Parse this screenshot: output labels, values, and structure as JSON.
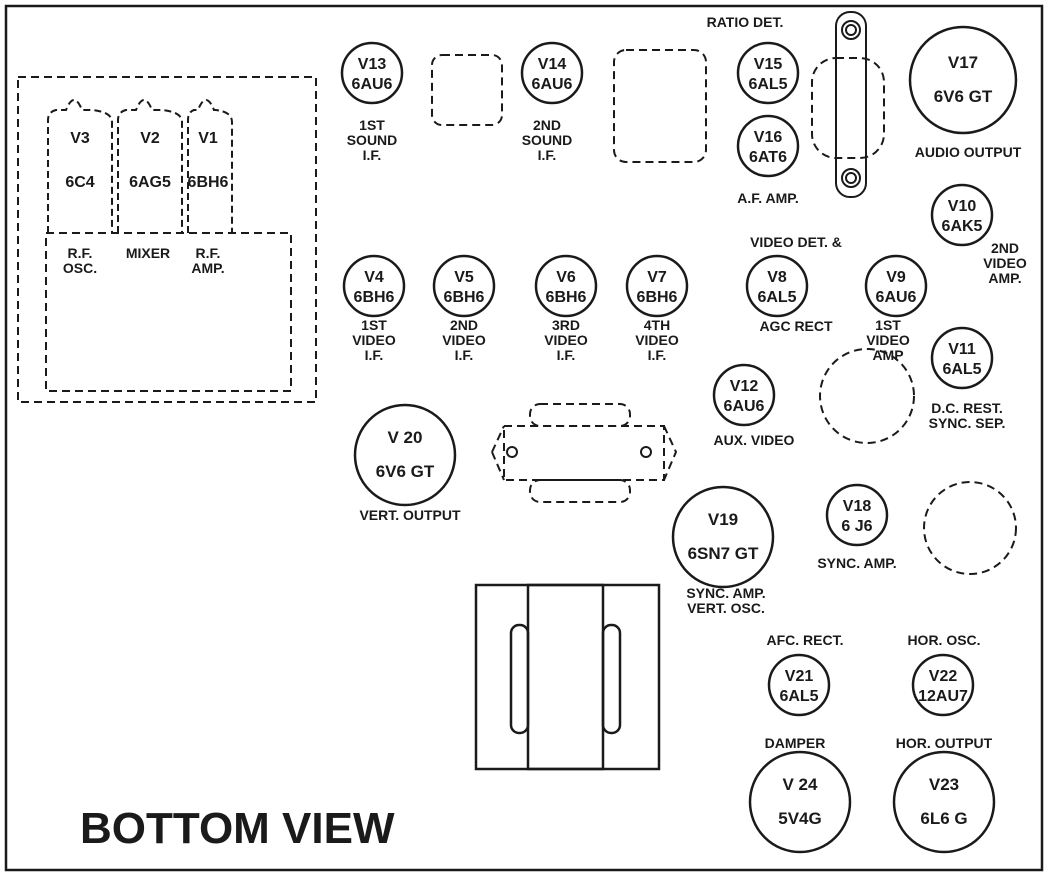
{
  "title": "BOTTOM VIEW",
  "tubes": [
    {
      "id": "V13",
      "type": "6AU6",
      "label": [
        "1ST",
        "SOUND",
        "I.F."
      ]
    },
    {
      "id": "V14",
      "type": "6AU6",
      "label": [
        "2ND",
        "SOUND",
        "I.F."
      ]
    },
    {
      "id": "V15",
      "type": "6AL5",
      "label": [
        "RATIO DET."
      ]
    },
    {
      "id": "V16",
      "type": "6AT6",
      "label": [
        "A.F. AMP."
      ]
    },
    {
      "id": "V17",
      "type": "6V6 GT",
      "label": [
        "AUDIO OUTPUT"
      ]
    },
    {
      "id": "V10",
      "type": "6AK5",
      "label": [
        "2ND",
        "VIDEO",
        "AMP."
      ]
    },
    {
      "id": "V3",
      "type": "6C4",
      "label": [
        "R.F.",
        "OSC."
      ]
    },
    {
      "id": "V2",
      "type": "6AG5",
      "label": [
        "MIXER"
      ]
    },
    {
      "id": "V1",
      "type": "6BH6",
      "label": [
        "R.F.",
        "AMP."
      ]
    },
    {
      "id": "V4",
      "type": "6BH6",
      "label": [
        "1ST",
        "VIDEO",
        "I.F."
      ]
    },
    {
      "id": "V5",
      "type": "6BH6",
      "label": [
        "2ND",
        "VIDEO",
        "I.F."
      ]
    },
    {
      "id": "V6",
      "type": "6BH6",
      "label": [
        "3RD",
        "VIDEO",
        "I.F."
      ]
    },
    {
      "id": "V7",
      "type": "6BH6",
      "label": [
        "4TH",
        "VIDEO",
        "I.F."
      ]
    },
    {
      "id": "V8",
      "type": "6AL5",
      "label": [
        "VIDEO DET. &",
        "AGC RECT"
      ]
    },
    {
      "id": "V9",
      "type": "6AU6",
      "label": [
        "1ST",
        "VIDEO",
        "AMP"
      ]
    },
    {
      "id": "V11",
      "type": "6AL5",
      "label": [
        "D.C. REST.",
        "SYNC. SEP."
      ]
    },
    {
      "id": "V12",
      "type": "6AU6",
      "label": [
        "AUX. VIDEO"
      ]
    },
    {
      "id": "V 20",
      "type": "6V6 GT",
      "label": [
        "VERT.  OUTPUT"
      ]
    },
    {
      "id": "V19",
      "type": "6SN7 GT",
      "label": [
        "SYNC. AMP.",
        "VERT. OSC."
      ]
    },
    {
      "id": "V18",
      "type": "6 J6",
      "label": [
        "SYNC. AMP."
      ]
    },
    {
      "id": "V21",
      "type": "6AL5",
      "label": [
        "AFC. RECT."
      ]
    },
    {
      "id": "V22",
      "type": "12AU7",
      "label": [
        "HOR. OSC."
      ]
    },
    {
      "id": "V 24",
      "type": "5V4G",
      "label": [
        "DAMPER"
      ]
    },
    {
      "id": "V23",
      "type": "6L6 G",
      "label": [
        "HOR. OUTPUT"
      ]
    }
  ]
}
